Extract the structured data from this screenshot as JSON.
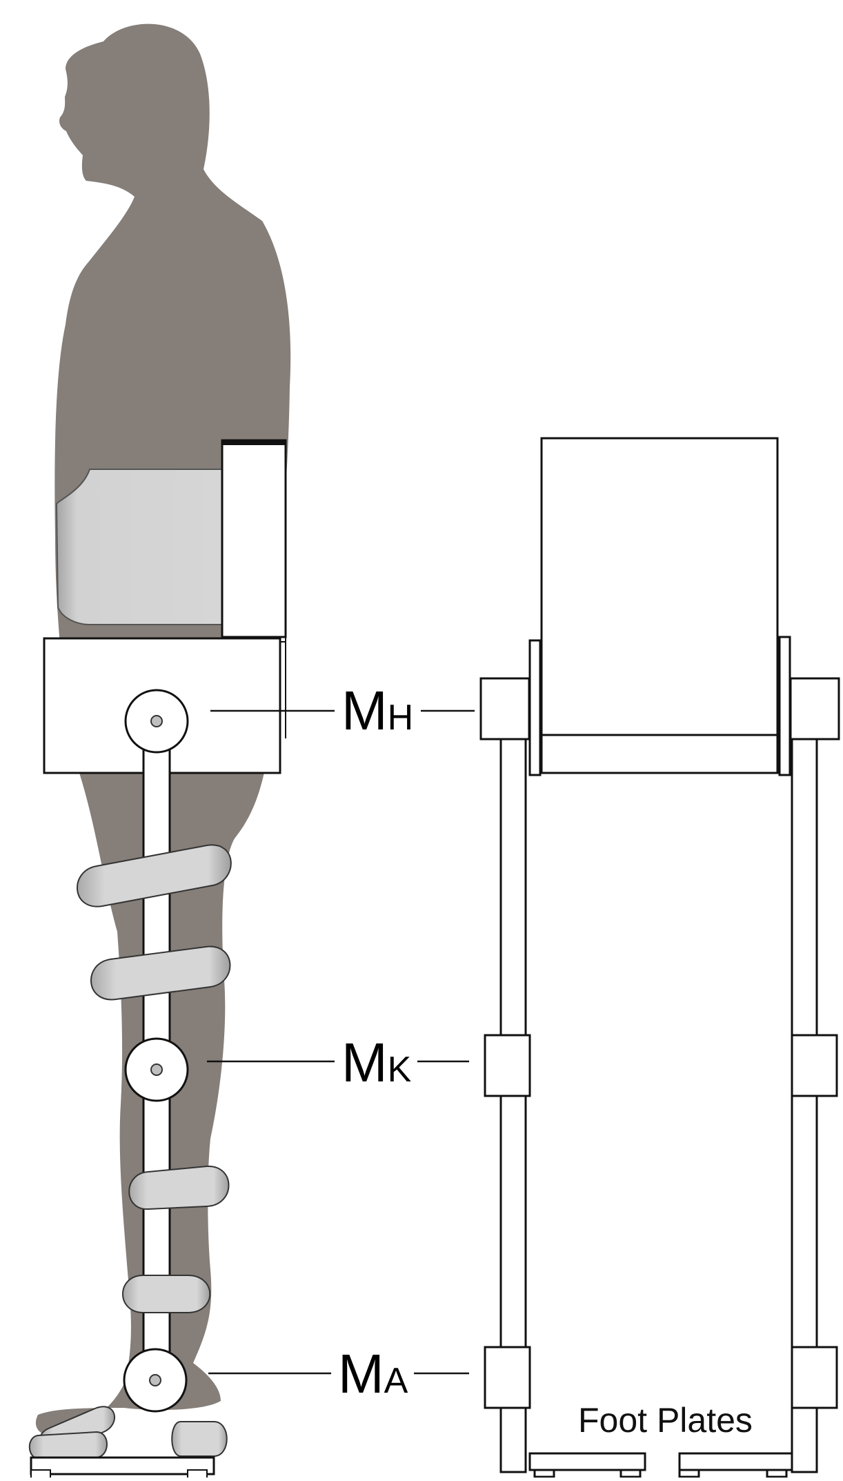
{
  "labels": {
    "hip": {
      "main": "M",
      "sub": "H"
    },
    "knee": {
      "main": "M",
      "sub": "K"
    },
    "ankle": {
      "main": "M",
      "sub": "A"
    },
    "foot_plates": "Foot Plates"
  },
  "colors": {
    "silhouette": "#857e79",
    "strap": "#d4d4d4",
    "strap_shade": "#a9a9a9",
    "frame_stroke": "#111111",
    "frame_fill": "#ffffff"
  }
}
